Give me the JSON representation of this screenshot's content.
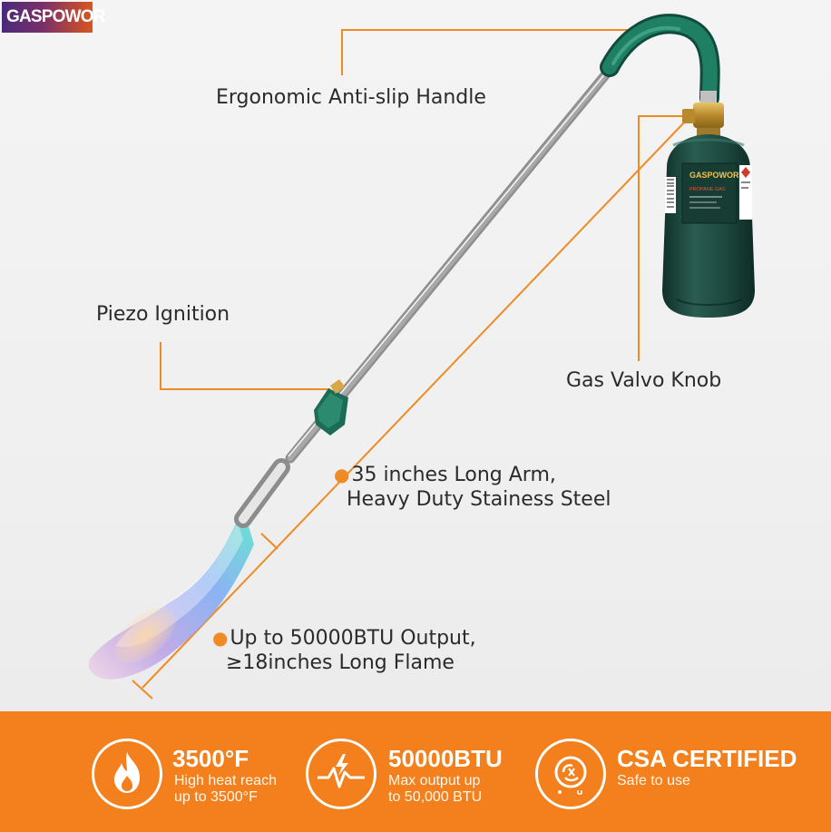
{
  "brand": {
    "logo_text": "GASPOWOR"
  },
  "callouts": {
    "handle": "Ergonomic Anti-slip Handle",
    "ignition": "Piezo Ignition",
    "knob": "Gas Valvo Knob",
    "arm_line1": "35 inches Long Arm,",
    "arm_line2": "Heavy Duty Stainess Steel",
    "flame_line1": "Up to 50000BTU Output,",
    "flame_line2": "≥18inches Long Flame"
  },
  "features": [
    {
      "title": "3500°F",
      "sub1": "High heat reach",
      "sub2": "up to 3500°F",
      "icon": "flame-icon"
    },
    {
      "title": "50000BTU",
      "sub1": "Max output up",
      "sub2": "to 50,000 BTU",
      "icon": "lightning-wave-icon"
    },
    {
      "title": "CSA CERTIFIED",
      "sub1": "Safe to use",
      "sub2": "",
      "icon": "csa-certification-icon"
    }
  ],
  "colors": {
    "accent": "#f3801c",
    "leader_line": "#f08a24",
    "tank": "#1f4d44",
    "handle": "#1a7a60"
  }
}
